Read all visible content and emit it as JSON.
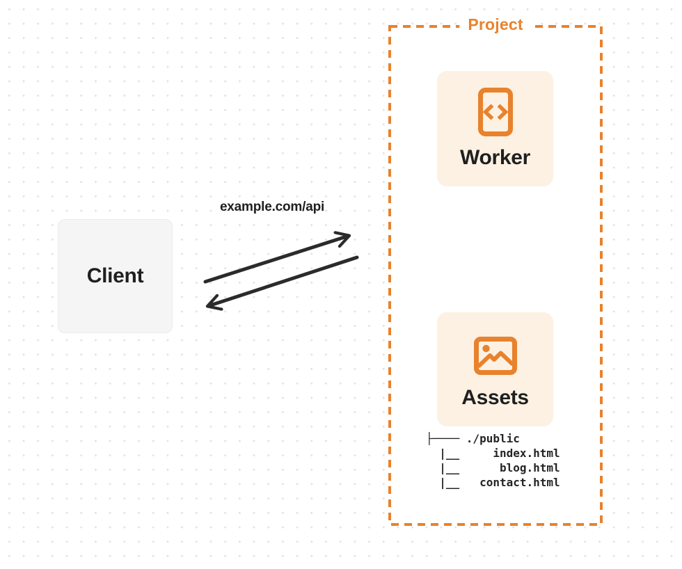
{
  "colors": {
    "accent": "#E8822D",
    "accent_soft_bg": "#FCF1E3",
    "ink": "#2B2B2B",
    "client_bg": "#F5F5F6",
    "dot_grid": "#E3E3E6"
  },
  "client": {
    "label": "Client"
  },
  "connection": {
    "label": "example.com/api"
  },
  "project": {
    "label": "Project",
    "worker": {
      "label": "Worker",
      "icon": "code-file-icon"
    },
    "assets": {
      "label": "Assets",
      "icon": "image-icon"
    },
    "file_tree": {
      "root": "./public",
      "files": [
        "index.html",
        "blog.html",
        "contact.html"
      ]
    }
  }
}
